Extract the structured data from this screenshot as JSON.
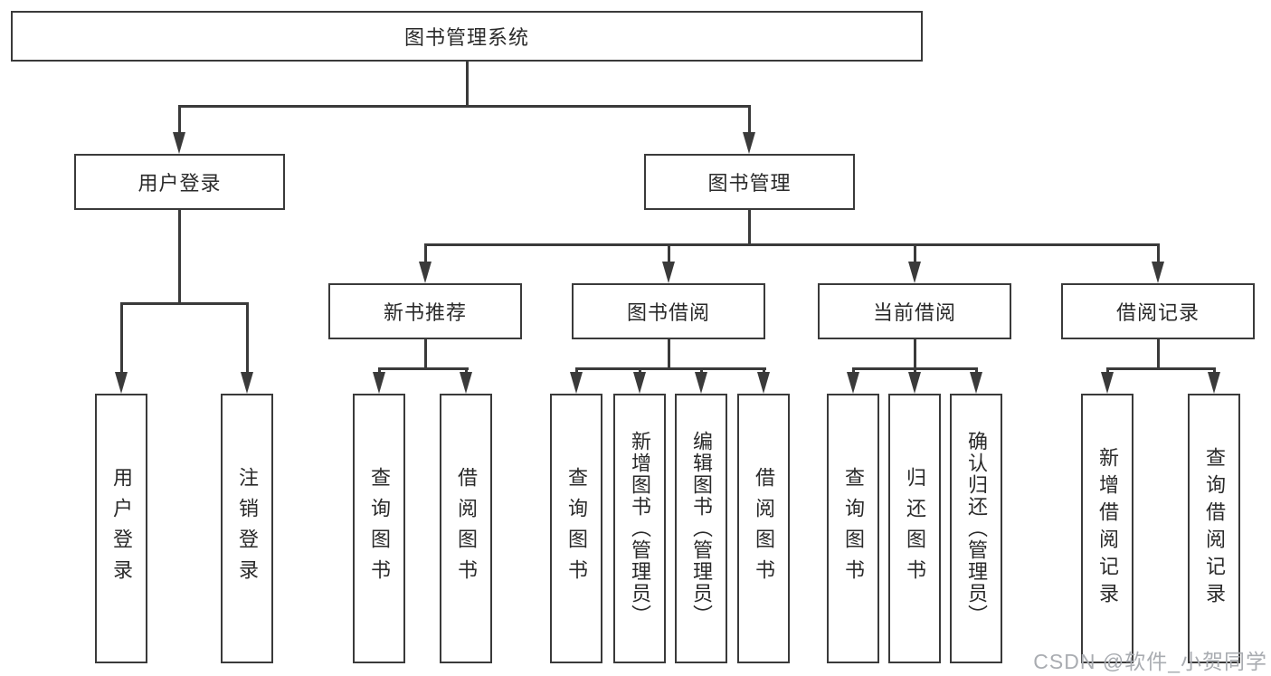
{
  "colors": {
    "line": "#3a3a3a",
    "text": "#2a2a2a",
    "watermark": "#a9acb1",
    "background": "#ffffff"
  },
  "watermark": {
    "text": "CSDN @软件_小贺同学"
  },
  "diagram": {
    "root": {
      "label": "图书管理系统"
    },
    "level2": [
      {
        "label": "用户登录",
        "children": [
          {
            "label": "用户登录"
          },
          {
            "label": "注销登录"
          }
        ]
      },
      {
        "label": "图书管理",
        "children": [
          {
            "label": "新书推荐",
            "children": [
              {
                "label": "查询图书"
              },
              {
                "label": "借阅图书"
              }
            ]
          },
          {
            "label": "图书借阅",
            "children": [
              {
                "label": "查询图书"
              },
              {
                "label": "新增图书（管理员）"
              },
              {
                "label": "编辑图书（管理员）"
              },
              {
                "label": "借阅图书"
              }
            ]
          },
          {
            "label": "当前借阅",
            "children": [
              {
                "label": "查询图书"
              },
              {
                "label": "归还图书"
              },
              {
                "label": "确认归还（管理员）"
              }
            ]
          },
          {
            "label": "借阅记录",
            "children": [
              {
                "label": "新增借阅记录"
              },
              {
                "label": "查询借阅记录"
              }
            ]
          }
        ]
      }
    ]
  }
}
